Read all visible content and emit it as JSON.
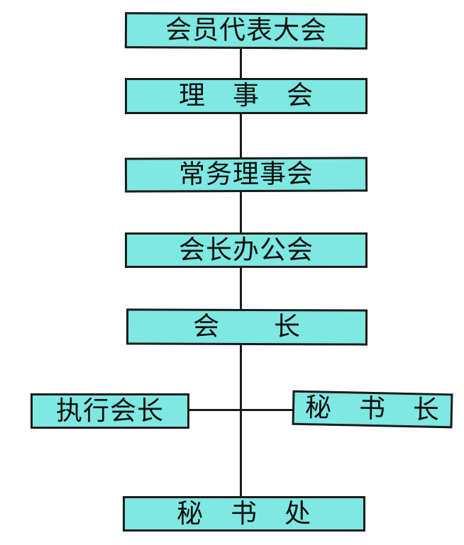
{
  "diagram": {
    "type": "org-chart",
    "colors": {
      "background": "#ffffff",
      "box_fill": "#7ee8e2",
      "box_border": "#1b1b1b",
      "line": "#1b1b1b",
      "text": "#101010"
    },
    "boxes": [
      {
        "id": "members-congress",
        "label": "会员代表大会"
      },
      {
        "id": "council",
        "label": "理　事　会"
      },
      {
        "id": "standing-council",
        "label": "常务理事会"
      },
      {
        "id": "presidents-office-meeting",
        "label": "会长办公会"
      },
      {
        "id": "president",
        "label": "会　　长"
      },
      {
        "id": "executive-president",
        "label": "执行会长"
      },
      {
        "id": "secretary-general",
        "label": "秘　书　长"
      },
      {
        "id": "secretariat",
        "label": "秘　书　处"
      }
    ],
    "edges": [
      {
        "from": "members-congress",
        "to": "council"
      },
      {
        "from": "council",
        "to": "standing-council"
      },
      {
        "from": "standing-council",
        "to": "presidents-office-meeting"
      },
      {
        "from": "presidents-office-meeting",
        "to": "president"
      },
      {
        "from": "president",
        "to": "secretariat"
      },
      {
        "from": "executive-president",
        "to": "secretary-general"
      }
    ]
  }
}
